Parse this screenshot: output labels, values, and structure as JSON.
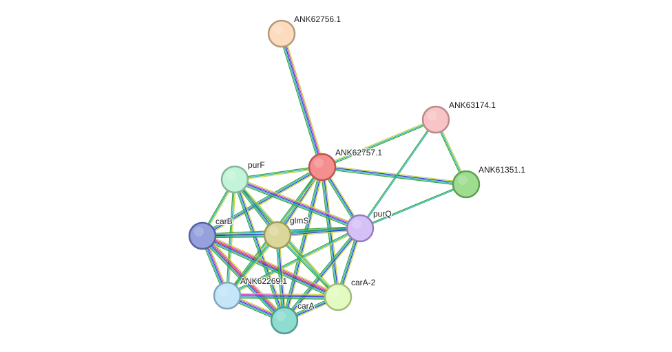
{
  "network": {
    "nodes": [
      {
        "id": "ANK62756.1",
        "label": "ANK62756.1",
        "fill": "#fddcbd",
        "stroke": "#b39a7d"
      },
      {
        "id": "ANK63174.1",
        "label": "ANK63174.1",
        "fill": "#f8c4c6",
        "stroke": "#b98a8c"
      },
      {
        "id": "ANK62757.1",
        "label": "ANK62757.1",
        "fill": "#f48e8f",
        "stroke": "#bf5254"
      },
      {
        "id": "ANK61351.1",
        "label": "ANK61351.1",
        "fill": "#9edc8e",
        "stroke": "#5f9e52"
      },
      {
        "id": "purF",
        "label": "purF",
        "fill": "#c3f3d9",
        "stroke": "#83b59a"
      },
      {
        "id": "purQ",
        "label": "purQ",
        "fill": "#d5c0f7",
        "stroke": "#9480b8"
      },
      {
        "id": "carB",
        "label": "carB",
        "fill": "#95a1dc",
        "stroke": "#5561a3"
      },
      {
        "id": "glmS",
        "label": "glmS",
        "fill": "#dbd79b",
        "stroke": "#9e9a5f"
      },
      {
        "id": "ANK62269.1",
        "label": "ANK62269.1",
        "fill": "#c4e6f8",
        "stroke": "#7fa6bb"
      },
      {
        "id": "carA-2",
        "label": "carA-2",
        "fill": "#e3fbc0",
        "stroke": "#a1bc7e"
      },
      {
        "id": "carA",
        "label": "carA",
        "fill": "#8fdcd0",
        "stroke": "#4e9c91"
      }
    ],
    "edges": [
      {
        "source": "ANK62756.1",
        "target": "ANK62757.1",
        "colors": [
          "#c8d63a",
          "#d946c9",
          "#2b3fd6",
          "#2db3c2",
          "#3aa83a"
        ]
      },
      {
        "source": "ANK62757.1",
        "target": "ANK63174.1",
        "colors": [
          "#c8d63a",
          "#2db3c2",
          "#3aa83a"
        ]
      },
      {
        "source": "ANK62757.1",
        "target": "ANK61351.1",
        "colors": [
          "#c8d63a",
          "#2b3fd6",
          "#2db3c2",
          "#3aa83a"
        ]
      },
      {
        "source": "ANK63174.1",
        "target": "ANK61351.1",
        "colors": [
          "#c8d63a",
          "#2db3c2",
          "#3aa83a"
        ]
      },
      {
        "source": "ANK63174.1",
        "target": "purQ",
        "colors": [
          "#2db3c2",
          "#3aa83a"
        ]
      },
      {
        "source": "ANK61351.1",
        "target": "purQ",
        "colors": [
          "#2db3c2",
          "#3aa83a"
        ]
      },
      {
        "source": "ANK62757.1",
        "target": "purF",
        "colors": [
          "#c8d63a",
          "#2db3c2",
          "#3aa83a"
        ]
      },
      {
        "source": "ANK62757.1",
        "target": "purQ",
        "colors": [
          "#c8d63a",
          "#2b3fd6",
          "#2db3c2",
          "#3aa83a"
        ]
      },
      {
        "source": "ANK62757.1",
        "target": "carB",
        "colors": [
          "#c8d63a",
          "#2b3fd6",
          "#2db3c2",
          "#3aa83a"
        ]
      },
      {
        "source": "ANK62757.1",
        "target": "glmS",
        "colors": [
          "#c8d63a",
          "#2b3fd6",
          "#2db3c2",
          "#3aa83a"
        ]
      },
      {
        "source": "ANK62757.1",
        "target": "ANK62269.1",
        "colors": [
          "#c8d63a",
          "#2db3c2",
          "#3aa83a"
        ]
      },
      {
        "source": "ANK62757.1",
        "target": "carA-2",
        "colors": [
          "#c8d63a",
          "#2b3fd6",
          "#2db3c2",
          "#3aa83a"
        ]
      },
      {
        "source": "ANK62757.1",
        "target": "carA",
        "colors": [
          "#c8d63a",
          "#2b3fd6",
          "#2db3c2",
          "#3aa83a"
        ]
      },
      {
        "source": "purF",
        "target": "purQ",
        "colors": [
          "#c8d63a",
          "#d946c9",
          "#2b3fd6",
          "#2db3c2",
          "#3aa83a"
        ]
      },
      {
        "source": "purF",
        "target": "carB",
        "colors": [
          "#c8d63a",
          "#2db3c2",
          "#3aa83a"
        ]
      },
      {
        "source": "purF",
        "target": "glmS",
        "colors": [
          "#c8d63a",
          "#2b3fd6",
          "#2db3c2",
          "#3aa83a"
        ]
      },
      {
        "source": "purF",
        "target": "ANK62269.1",
        "colors": [
          "#c8d63a",
          "#2db3c2",
          "#3aa83a"
        ]
      },
      {
        "source": "purF",
        "target": "carA-2",
        "colors": [
          "#c8d63a",
          "#2db3c2",
          "#3aa83a"
        ]
      },
      {
        "source": "purF",
        "target": "carA",
        "colors": [
          "#c8d63a",
          "#2b3fd6",
          "#2db3c2",
          "#3aa83a"
        ]
      },
      {
        "source": "purQ",
        "target": "carB",
        "colors": [
          "#c8d63a",
          "#2b3fd6",
          "#2db3c2",
          "#3aa83a"
        ]
      },
      {
        "source": "purQ",
        "target": "glmS",
        "colors": [
          "#c8d63a",
          "#2b3fd6",
          "#2db3c2",
          "#3aa83a"
        ]
      },
      {
        "source": "purQ",
        "target": "ANK62269.1",
        "colors": [
          "#c8d63a",
          "#2db3c2",
          "#3aa83a"
        ]
      },
      {
        "source": "purQ",
        "target": "carA-2",
        "colors": [
          "#c8d63a",
          "#2b3fd6",
          "#2db3c2",
          "#3aa83a"
        ]
      },
      {
        "source": "purQ",
        "target": "carA",
        "colors": [
          "#c8d63a",
          "#2b3fd6",
          "#2db3c2",
          "#3aa83a"
        ]
      },
      {
        "source": "carB",
        "target": "glmS",
        "colors": [
          "#c8d63a",
          "#2b3fd6",
          "#2db3c2",
          "#3aa83a"
        ]
      },
      {
        "source": "carB",
        "target": "ANK62269.1",
        "colors": [
          "#c8d63a",
          "#d946c9",
          "#2b3fd6",
          "#2db3c2",
          "#3aa83a"
        ]
      },
      {
        "source": "carB",
        "target": "carA-2",
        "colors": [
          "#c8d63a",
          "#d946c9",
          "#e13b2e",
          "#2b3fd6",
          "#2db3c2",
          "#3aa83a"
        ]
      },
      {
        "source": "carB",
        "target": "carA",
        "colors": [
          "#c8d63a",
          "#d946c9",
          "#e13b2e",
          "#2b3fd6",
          "#2db3c2",
          "#3aa83a"
        ]
      },
      {
        "source": "glmS",
        "target": "ANK62269.1",
        "colors": [
          "#c8d63a",
          "#2db3c2",
          "#3aa83a"
        ]
      },
      {
        "source": "glmS",
        "target": "carA-2",
        "colors": [
          "#c8d63a",
          "#2db3c2",
          "#3aa83a"
        ]
      },
      {
        "source": "glmS",
        "target": "carA",
        "colors": [
          "#c8d63a",
          "#2b3fd6",
          "#2db3c2",
          "#3aa83a"
        ]
      },
      {
        "source": "ANK62269.1",
        "target": "carA-2",
        "colors": [
          "#c8d63a",
          "#d946c9",
          "#2b3fd6",
          "#2db3c2",
          "#3aa83a"
        ]
      },
      {
        "source": "ANK62269.1",
        "target": "carA",
        "colors": [
          "#c8d63a",
          "#d946c9",
          "#2b3fd6",
          "#2db3c2",
          "#3aa83a"
        ]
      },
      {
        "source": "carA-2",
        "target": "carA",
        "colors": [
          "#c8d63a",
          "#2b3fd6",
          "#2db3c2",
          "#3aa83a"
        ]
      }
    ]
  }
}
